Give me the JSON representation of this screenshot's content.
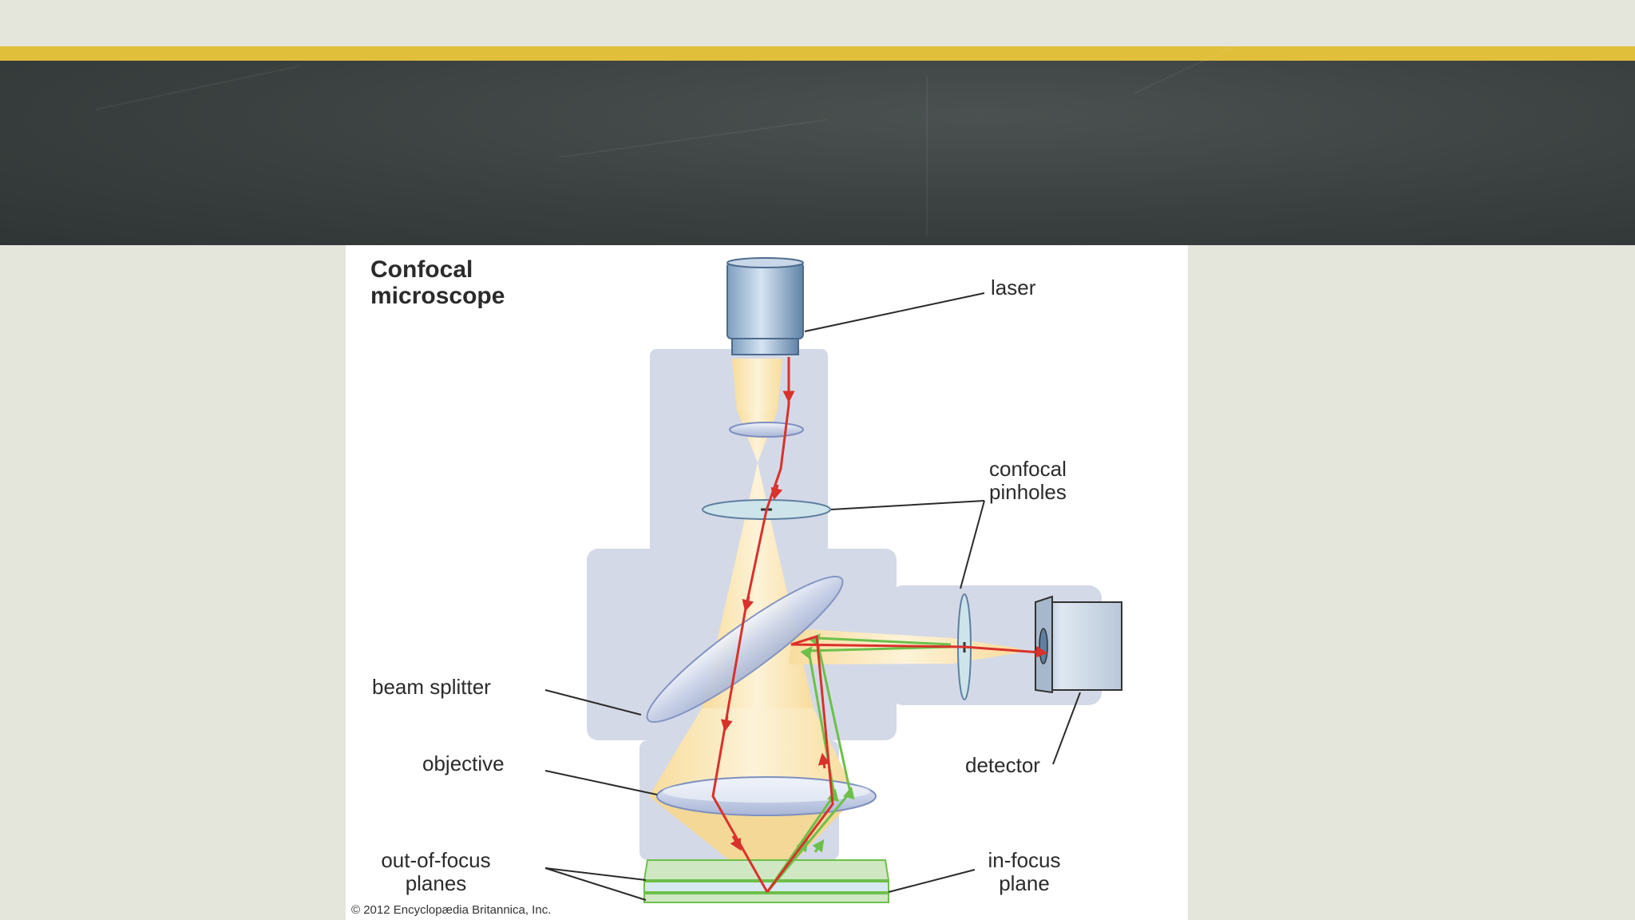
{
  "diagram": {
    "title_line1": "Confocal",
    "title_line2": "microscope",
    "labels": {
      "laser": "laser",
      "confocal_line1": "confocal",
      "confocal_line2": "pinholes",
      "beam_splitter": "beam splitter",
      "objective": "objective",
      "detector": "detector",
      "out_focus_line1": "out-of-focus",
      "out_focus_line2": "planes",
      "in_focus_line1": "in-focus",
      "in_focus_line2": "plane"
    },
    "copyright": "© 2012 Encyclopædia Britannica, Inc."
  },
  "colors": {
    "accent_bar": "#e0bf3a",
    "header_band": "#3a403f",
    "slide_background": "#e4e6dc",
    "laser_beam": "#d9312b",
    "emitted_light": "#6cc04a",
    "light_cone": "#fbe6b4"
  }
}
